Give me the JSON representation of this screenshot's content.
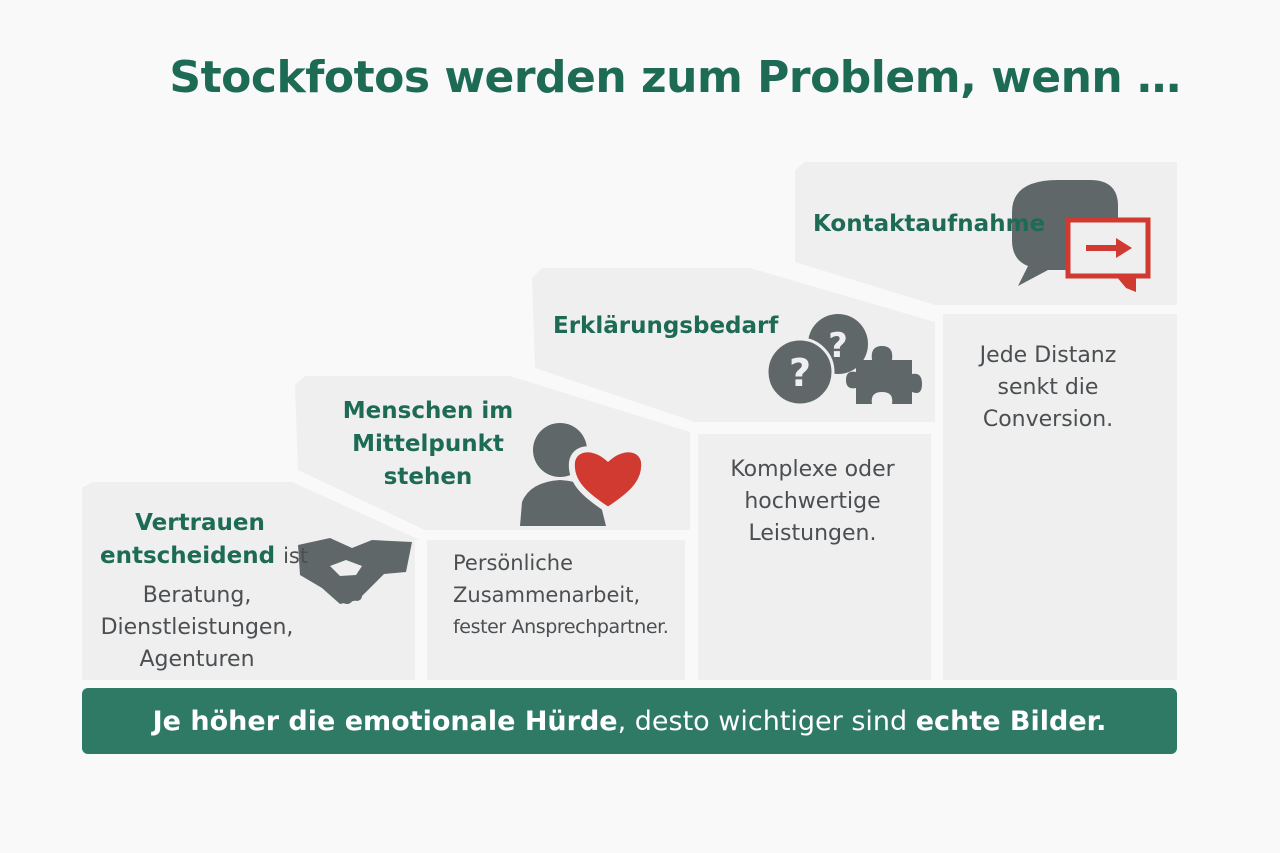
{
  "title": "Stockfotos werden zum Problem, wenn …",
  "steps": [
    {
      "heading_lines": [
        "Vertrauen",
        "entscheidend"
      ],
      "heading_suffix": "ist",
      "body_lines": [
        "Beratung,",
        "Dienstleistungen,",
        "Agenturen"
      ],
      "icon": "handshake-icon"
    },
    {
      "heading_lines": [
        "Menschen im",
        "Mittelpunkt",
        "stehen"
      ],
      "body_lines": [
        "Persönliche",
        "Zusammenarbeit,",
        "fester Ansprechpartner."
      ],
      "icon": "person-heart-icon"
    },
    {
      "heading_lines": [
        "Erklärungsbedarf"
      ],
      "body_lines": [
        "Komplexe oder",
        "hochwertige",
        "Leistungen."
      ],
      "icon": "question-puzzle-icon"
    },
    {
      "heading_lines": [
        "Kontaktaufnahme"
      ],
      "body_lines": [
        "Jede Distanz",
        "senkt die",
        "Conversion."
      ],
      "icon": "chat-arrow-icon"
    }
  ],
  "banner": {
    "part1": "Je höher die emotionale Hürde",
    "part2": ", desto wichtiger sind ",
    "part3": "echte Bilder."
  },
  "colors": {
    "accent": "#1d6b55",
    "banner": "#2e7a65",
    "icon_gray": "#5f6769",
    "heart_red": "#d13a30"
  }
}
